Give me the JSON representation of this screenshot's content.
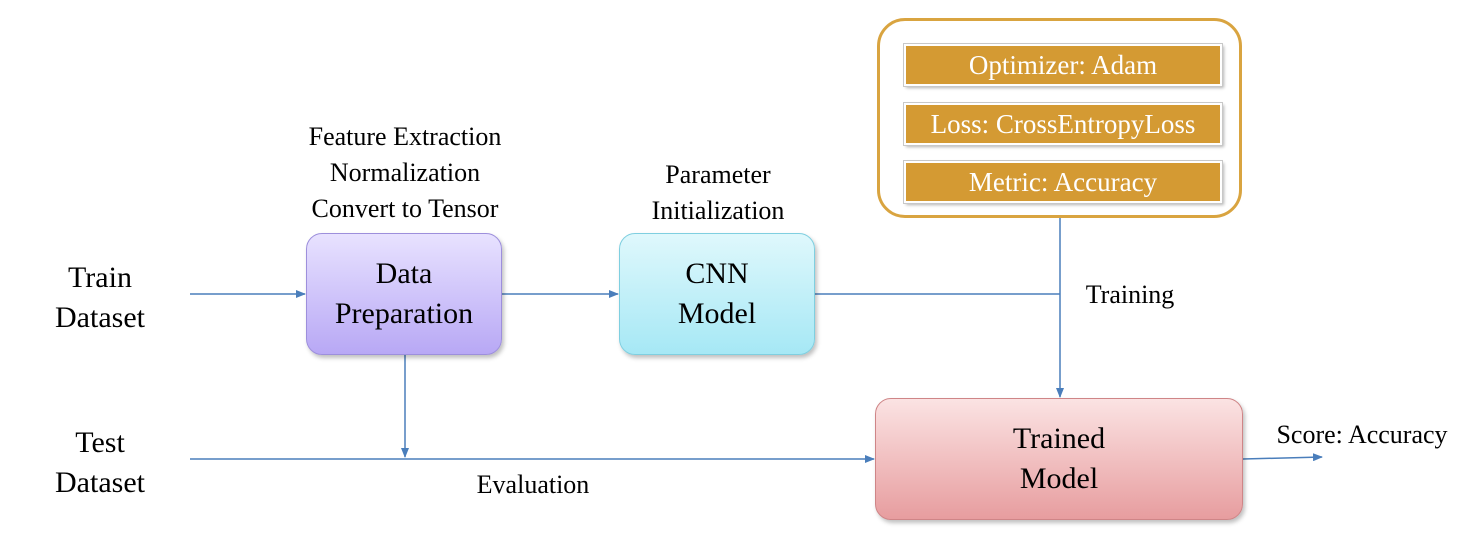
{
  "inputs": {
    "train": "Train\nDataset",
    "test": "Test\nDataset"
  },
  "steps": {
    "prep_notes": [
      "Feature Extraction",
      "Normalization",
      "Convert to Tensor"
    ],
    "prep_box": "Data\nPreparation",
    "model_notes": [
      "Parameter",
      "Initialization"
    ],
    "model_box": "CNN\nModel",
    "trained_box": "Trained\nModel"
  },
  "config": {
    "optimizer": "Optimizer: Adam",
    "loss": "Loss: CrossEntropyLoss",
    "metric": "Metric: Accuracy"
  },
  "edges": {
    "training": "Training",
    "evaluation": "Evaluation",
    "score": "Score: Accuracy"
  },
  "colors": {
    "arrow": "#4a7ebb",
    "config_border": "#d9a440",
    "config_fill": "#d49a33"
  }
}
